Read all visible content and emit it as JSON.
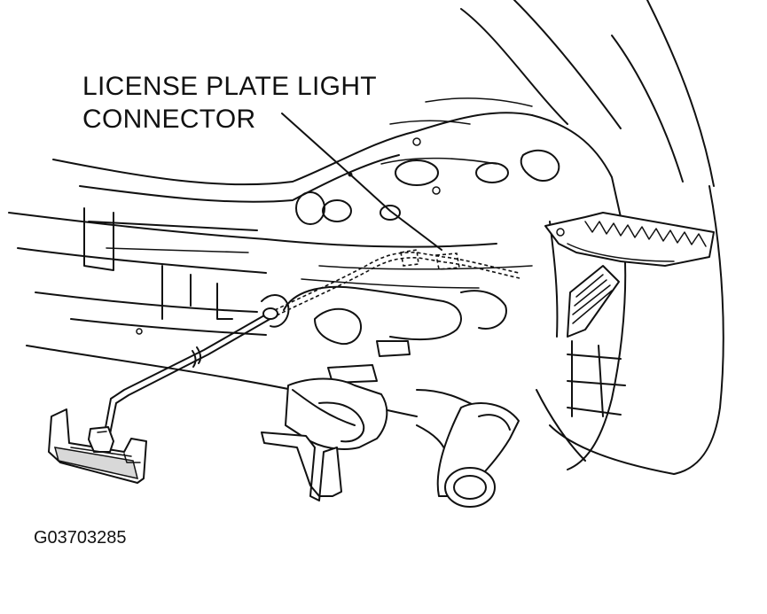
{
  "diagram": {
    "callout": {
      "line1": "LICENSE PLATE LIGHT",
      "line2": "CONNECTOR"
    },
    "figure_id": "G03703285",
    "colors": {
      "ink": "#111111",
      "background": "#ffffff"
    }
  }
}
